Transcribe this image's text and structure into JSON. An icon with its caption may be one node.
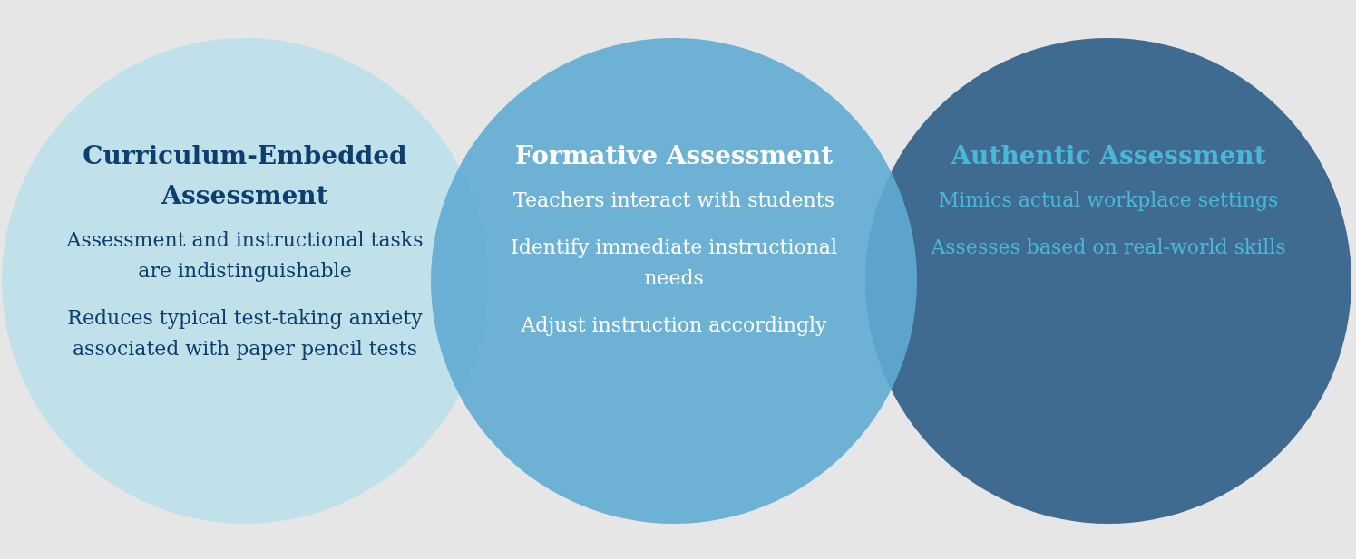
{
  "diagram": {
    "nodes": [
      {
        "text": [
          "Curriculum-Embedded Assessment",
          "Assessment and instructional tasks are indistinguishable",
          "Reduces typical test-taking anxiety associated with paper pencil tests"
        ]
      },
      {
        "text": [
          "Formative Assessment",
          "Teachers interact with students",
          "Identify immediate instructional needs",
          "Adjust instruction accordingly"
        ]
      },
      {
        "text": [
          "Authentic Assessment",
          "Mimics actual workplace settings",
          "Assesses based on real-world skills"
        ]
      }
    ]
  }
}
